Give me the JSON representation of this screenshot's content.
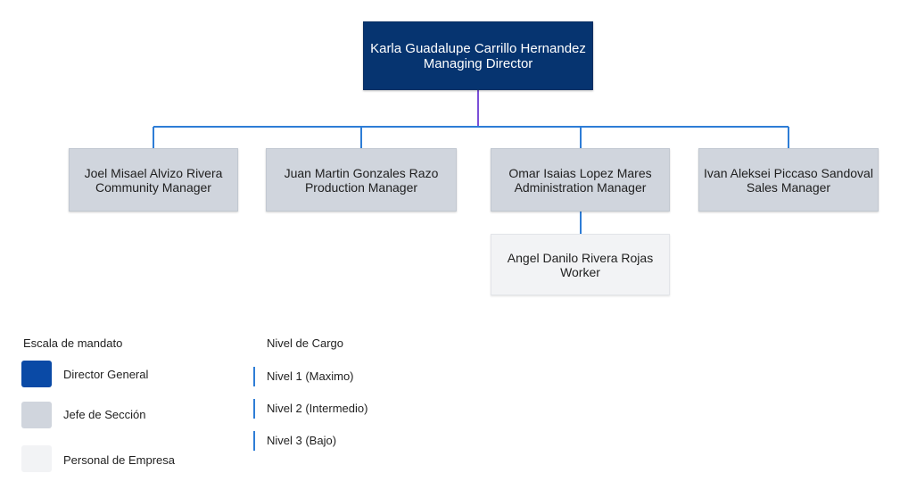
{
  "org_chart": {
    "root": {
      "name": "Karla Guadalupe Carrillo Hernandez",
      "role": "Managing Director"
    },
    "managers": [
      {
        "name": "Joel Misael Alvizo Rivera",
        "role": "Community Manager"
      },
      {
        "name": "Juan Martin Gonzales Razo",
        "role": "Production Manager"
      },
      {
        "name": "Omar Isaias Lopez Mares",
        "role": "Administration Manager"
      },
      {
        "name": "Ivan Aleksei Piccaso Sandoval",
        "role": "Sales Manager"
      }
    ],
    "staff": [
      {
        "name": "Angel Danilo Rivera Rojas",
        "role": "Worker",
        "reports_to": "Omar Isaias Lopez Mares"
      }
    ]
  },
  "legend_mandate": {
    "title": "Escala de mandato",
    "items": [
      {
        "label": "Director General",
        "color": "#0a4aa6"
      },
      {
        "label": "Jefe de Sección",
        "color": "#d0d5dd"
      },
      {
        "label": "Personal de Empresa",
        "color": "#f2f3f5"
      }
    ]
  },
  "legend_level": {
    "title": "Nivel de Cargo",
    "items": [
      {
        "label": "Nivel 1 (Maximo)"
      },
      {
        "label": "Nivel 2 (Intermedio)"
      },
      {
        "label": "Nivel 3 (Bajo)"
      }
    ]
  },
  "colors": {
    "connector_primary": "#7b4fd8",
    "connector_secondary": "#2e7dd6",
    "director": "#063470"
  }
}
